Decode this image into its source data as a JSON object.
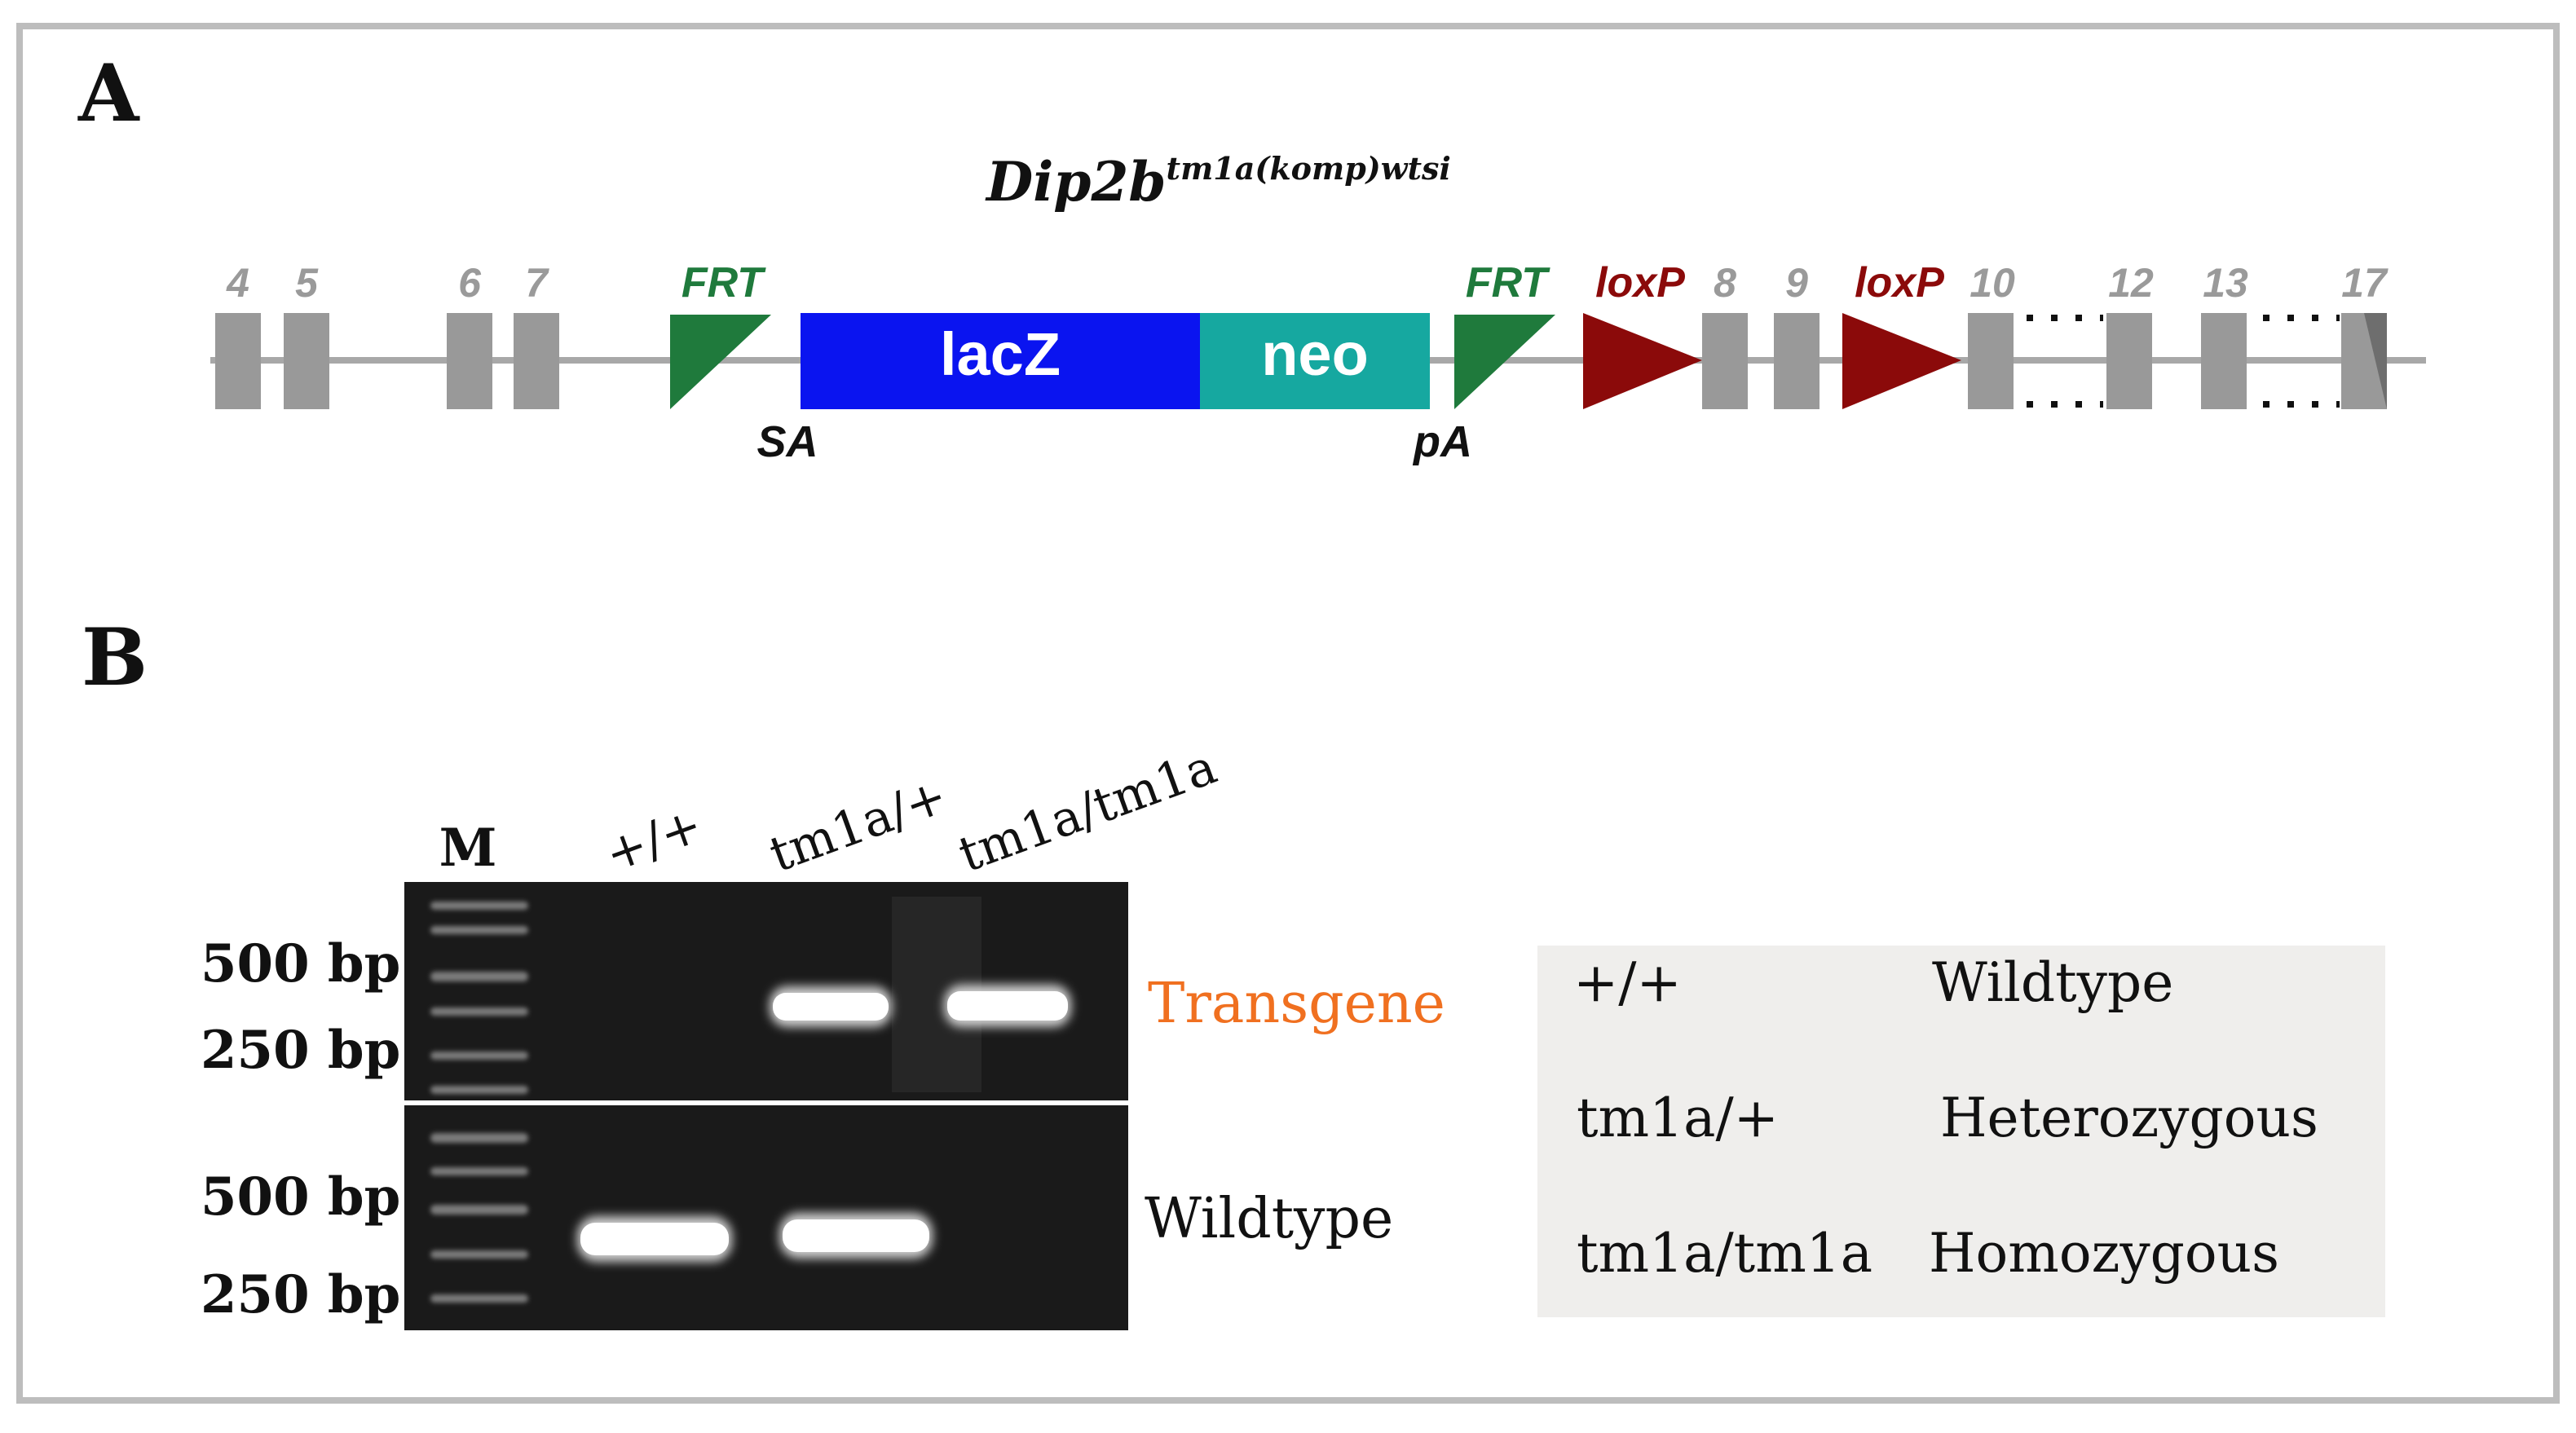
{
  "panel_a": {
    "letter": "A",
    "construct": {
      "gene": "Dip2b",
      "allele_superscript": "tm1a(komp)wtsi"
    },
    "exon_labels": [
      "4",
      "5",
      "6",
      "7",
      "8",
      "9",
      "10",
      "12",
      "13",
      "17"
    ],
    "frt_label": "FRT",
    "loxp_label": "loxP",
    "lacz_label": "lacZ",
    "neo_label": "neo",
    "sa_label": "SA",
    "pa_label": "pA",
    "colors": {
      "exon": "#999999",
      "frt": "#1f7a3c",
      "lacz": "#0a14f0",
      "neo": "#16a8a0",
      "loxp": "#8b0a0a",
      "line": "#a8a8a8"
    }
  },
  "panel_b": {
    "letter": "B",
    "marker_label": "M",
    "lane_labels": [
      "+/+",
      "tm1a/+",
      "tm1a/tm1a"
    ],
    "size_labels_top": [
      "500 bp",
      "250 bp"
    ],
    "size_labels_bottom": [
      "500 bp",
      "250 bp"
    ],
    "gel_top_label": "Transgene",
    "gel_bottom_label": "Wildtype",
    "colors": {
      "transgene_label": "#f07020"
    },
    "legend": [
      {
        "genotype": "+/+",
        "description": "Wildtype"
      },
      {
        "genotype": "tm1a/+",
        "description": "Heterozygous"
      },
      {
        "genotype": "tm1a/tm1a",
        "description": "Homozygous"
      }
    ]
  }
}
